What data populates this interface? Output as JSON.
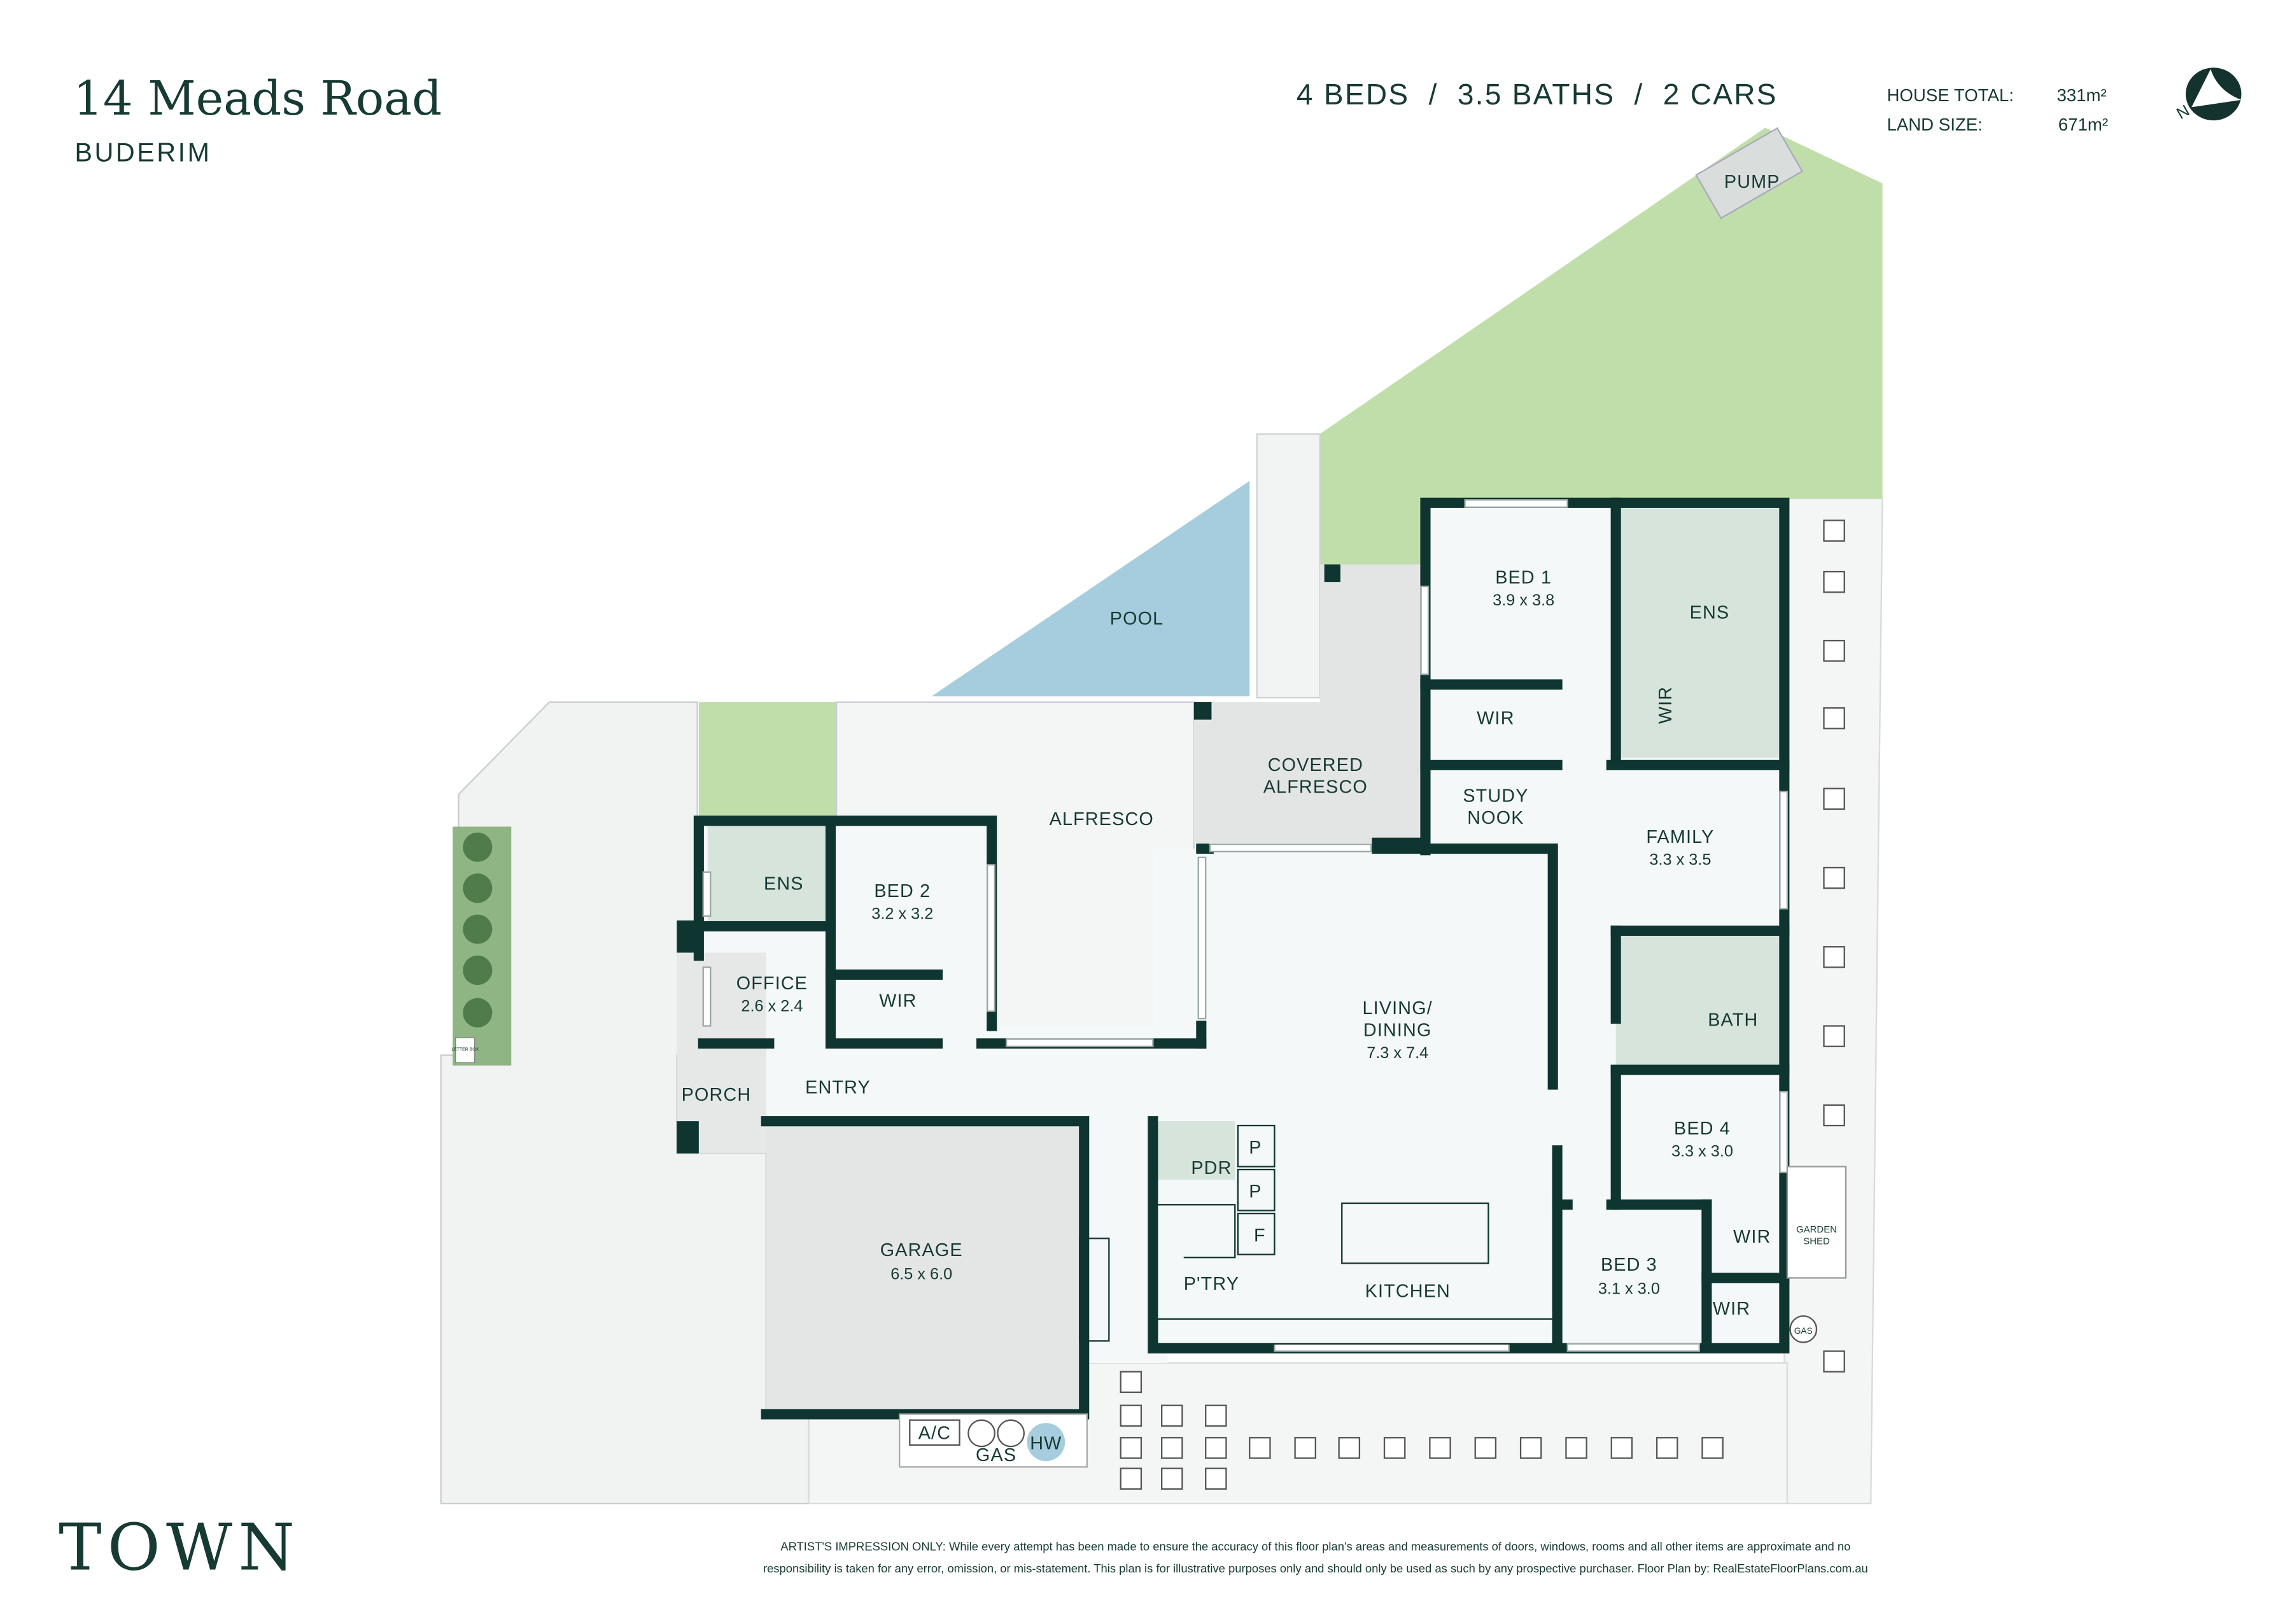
{
  "header": {
    "address": "14 Meads Road",
    "suburb": "BUDERIM",
    "summary": "4 BEDS  /  3.5 BATHS  /  2 CARS",
    "house_total_label": "HOUSE TOTAL:",
    "house_total_value": "331m²",
    "land_size_label": "LAND SIZE:",
    "land_size_value": "671m²",
    "north_label": "N"
  },
  "rooms": {
    "pump": "PUMP",
    "pool": "POOL",
    "bed1": "BED 1",
    "bed1_dim": "3.9 x 3.8",
    "ens1": "ENS",
    "wir1": "WIR",
    "wir1b": "WIR",
    "covered_alfresco_1": "COVERED",
    "covered_alfresco_2": "ALFRESCO",
    "alfresco": "ALFRESCO",
    "study_1": "STUDY",
    "study_2": "NOOK",
    "family": "FAMILY",
    "family_dim": "3.3 x 3.5",
    "ens2": "ENS",
    "bed2": "BED 2",
    "bed2_dim": "3.2 x 3.2",
    "wir2": "WIR",
    "office": "OFFICE",
    "office_dim": "2.6 x 2.4",
    "living_1": "LIVING/",
    "living_2": "DINING",
    "living_dim": "7.3 x 7.4",
    "bath": "BATH",
    "porch": "PORCH",
    "entry": "ENTRY",
    "bed4": "BED 4",
    "bed4_dim": "3.3 x 3.0",
    "pdr": "PDR",
    "p1": "P",
    "p2": "P",
    "f": "F",
    "garage": "GARAGE",
    "garage_dim": "6.5 x 6.0",
    "wir4": "WIR",
    "garden_shed_1": "GARDEN",
    "garden_shed_2": "SHED",
    "pantry": "P'TRY",
    "kitchen": "KITCHEN",
    "bed3": "BED 3",
    "bed3_dim": "3.1 x 3.0",
    "wir3": "WIR",
    "gas_small": "GAS",
    "ac": "A/C",
    "hw": "HW",
    "gas": "GAS",
    "letterbox": "LETTER BOX"
  },
  "footer": {
    "brand": "TOWN",
    "disclaimer_1": "ARTIST'S IMPRESSION ONLY: While every attempt has been made to ensure the accuracy of this floor plan's areas and measurements of doors, windows, rooms and all other items are approximate and no",
    "disclaimer_2": "responsibility is taken for any error, omission, or mis-statement. This plan is for illustrative purposes only and should only be used as such by any prospective purchaser. Floor Plan by: RealEstateFloorPlans.com.au"
  },
  "colors": {
    "wall": "#0f3530",
    "lawn": "#bfdea9",
    "pool": "#a6cddd",
    "wet": "#d6e4dc",
    "interior": "#f5f8f8",
    "paving": "#f0f1f1"
  }
}
